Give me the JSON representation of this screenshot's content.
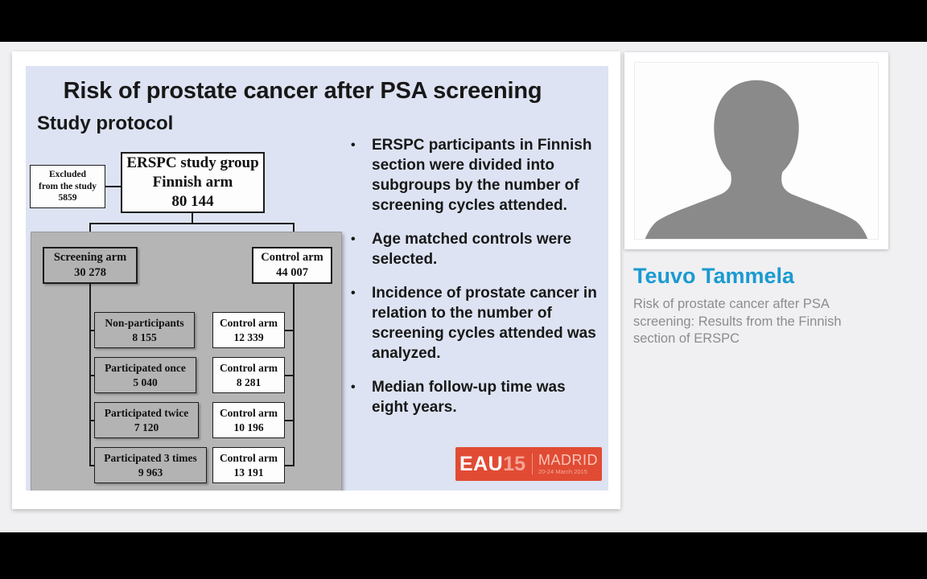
{
  "slide": {
    "title": "Risk of prostate cancer after PSA screening",
    "subtitle": "Study protocol",
    "flowchart": {
      "excluded": {
        "line1": "Excluded",
        "line2": "from the study",
        "value": "5859"
      },
      "root": {
        "line1": "ERSPC study group",
        "line2": "Finnish arm",
        "value": "80 144"
      },
      "screening_arm": {
        "label": "Screening arm",
        "value": "30 278"
      },
      "control_arm": {
        "label": "Control arm",
        "value": "44 007"
      },
      "rows": [
        {
          "left": {
            "label": "Non-participants",
            "value": "8 155"
          },
          "right": {
            "label": "Control arm",
            "value": "12 339"
          }
        },
        {
          "left": {
            "label": "Participated once",
            "value": "5 040"
          },
          "right": {
            "label": "Control arm",
            "value": "8 281"
          }
        },
        {
          "left": {
            "label": "Participated twice",
            "value": "7 120"
          },
          "right": {
            "label": "Control arm",
            "value": "10 196"
          }
        },
        {
          "left": {
            "label": "Participated 3 times",
            "value": "9 963"
          },
          "right": {
            "label": "Control arm",
            "value": "13 191"
          }
        }
      ]
    },
    "bullet_glyph": "•",
    "bullets": [
      "ERSPC participants in Finnish section were divided into subgroups by the number of screening cycles attended.",
      "Age matched controls were selected.",
      "Incidence of prostate cancer in relation to the number of screening cycles attended was analyzed.",
      "Median follow-up time was eight years."
    ],
    "logo": {
      "org": "EAU",
      "year": "15",
      "city": "MADRID",
      "dates": "20-24 March 2015",
      "bg_color": "#e14b34"
    }
  },
  "speaker": {
    "name": "Teuvo Tammela",
    "talk_title": "Risk of prostate cancer after PSA screening: Results from the Finnish section of ERSPC",
    "name_color": "#1a9ad1"
  },
  "colors": {
    "slide_background": "#dde3f2",
    "flow_container_gray": "#b5b5b5",
    "flow_box_gray": "#b3b3b3",
    "silhouette_gray": "#8a8a8a",
    "letterbox_black": "#000000",
    "page_background": "#f0f0f2"
  }
}
